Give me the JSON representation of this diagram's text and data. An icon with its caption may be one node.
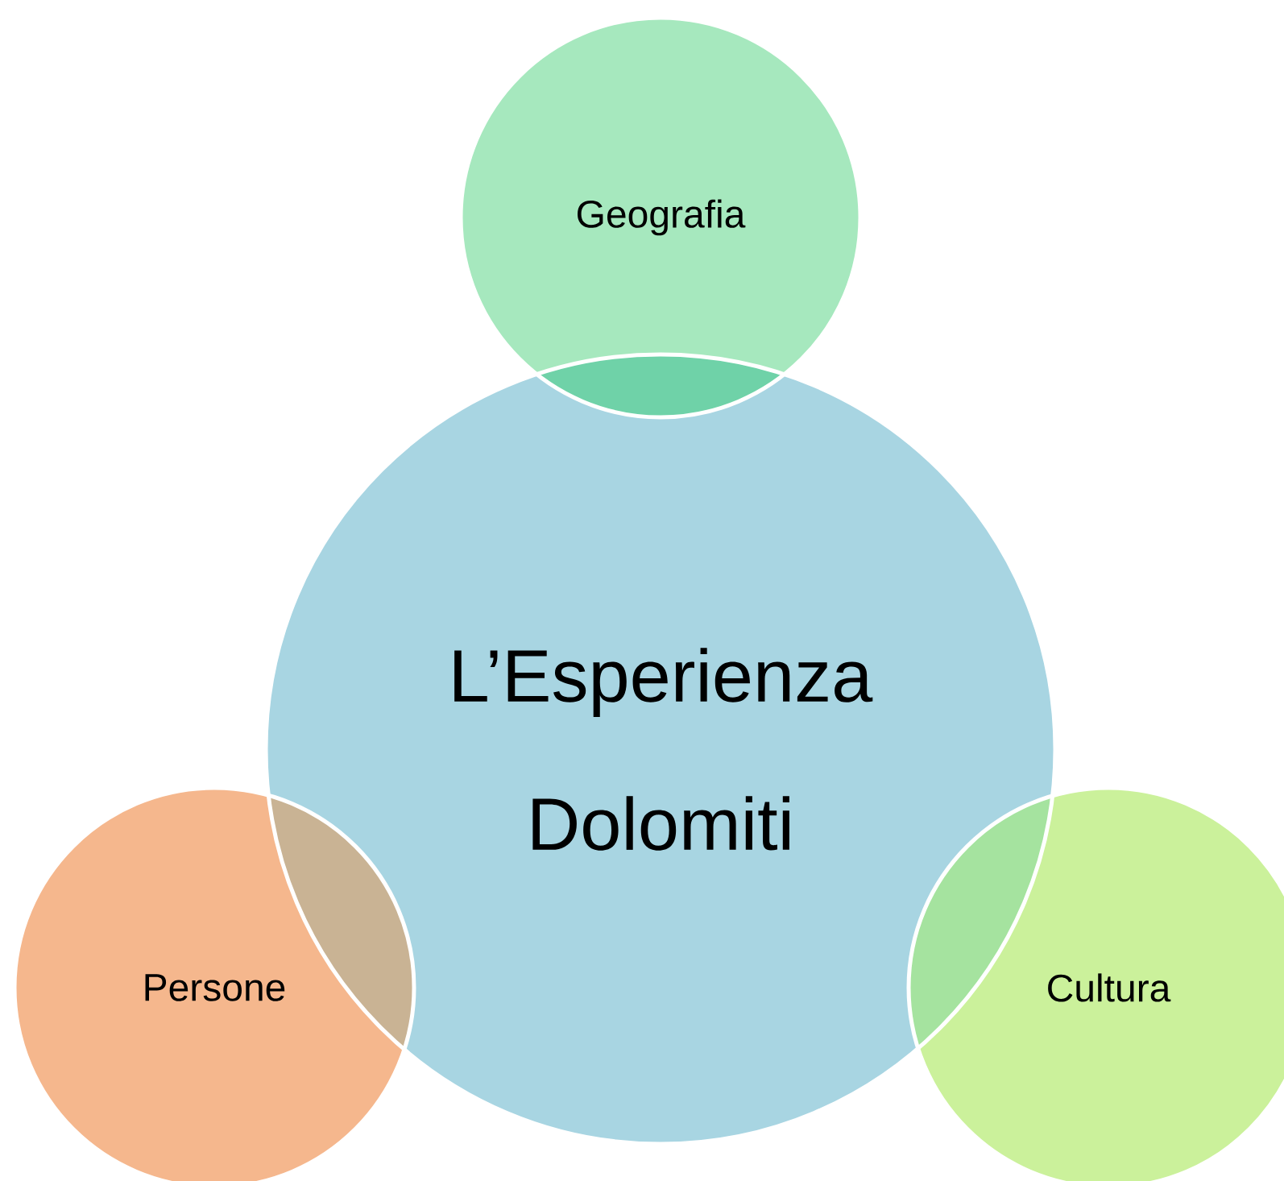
{
  "diagram": {
    "nodes": [
      {
        "text": [
          "Geografia"
        ]
      },
      {
        "text": [
          "L’Esperienza Dolomiti"
        ]
      },
      {
        "text": [
          "Persone"
        ]
      },
      {
        "text": [
          "Cultura"
        ]
      }
    ]
  }
}
